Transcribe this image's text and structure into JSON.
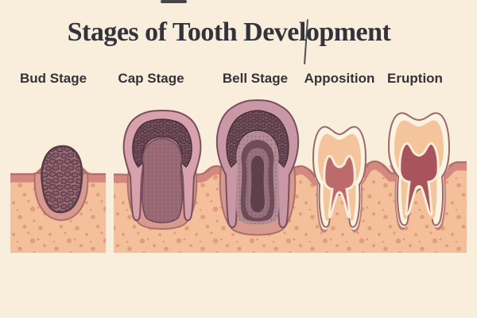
{
  "title": "Stages of Tooth Development",
  "stages": [
    {
      "label": "Bud Stage"
    },
    {
      "label": "Cap Stage"
    },
    {
      "label": "Bell Stage"
    },
    {
      "label": "Apposition"
    },
    {
      "label": "Eruption"
    }
  ],
  "colors": {
    "background": "#f8eedb",
    "ink": "#34323a",
    "gum": "#f4c09c",
    "gumSpeckle": "#dd9671",
    "epithelium": "#d3897f",
    "epitheliumOutline": "#b06f6a",
    "socket": "#d79a8e",
    "budFill": "#9b6d78",
    "budStone": "#8a5c68",
    "budOutline": "#573c47",
    "capOuter": "#d7a1ad",
    "capOutline": "#7a4f5d",
    "papilla": "#9a6b77",
    "papillaOutline": "#6b4754",
    "cellBase": "#7e5662",
    "cellStone": "#6d4855",
    "cellStroke": "#46303b",
    "bellOuter": "#c997a5",
    "bellLight": "#b28b95",
    "bellDark": "#6f4c58",
    "bellMid": "#96707c",
    "bellCore": "#5e3f4b",
    "enamel": "#faf3e2",
    "enamelOutline": "#9a6865",
    "dentin": "#f4c59d",
    "pulpApposition": "#bc6a6c",
    "pulpEruption": "#a9545c",
    "paleLining": "#f7ecd6",
    "socketLining": "#c47f7c"
  }
}
